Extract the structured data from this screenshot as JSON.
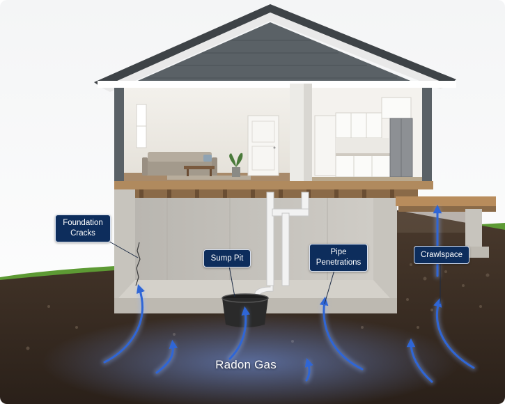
{
  "labels": {
    "foundation_cracks": "Foundation\nCracks",
    "sump_pit": "Sump Pit",
    "pipe_penetrations": "Pipe\nPenetrations",
    "crawlspace": "Crawlspace",
    "radon_gas": "Radon Gas"
  },
  "colors": {
    "callout_bg": "#0d2d5c",
    "arrow_blue": "#2f66d6",
    "glow_blue": "#8fb4ff",
    "siding": "#5a6166",
    "soil": "#3a2c22",
    "grass": "#4f8a2c",
    "concrete": "#c9c6bf"
  },
  "icons": [
    "radon-arrow-icon",
    "sump-pit-icon",
    "pipe-icon",
    "crack-icon"
  ]
}
